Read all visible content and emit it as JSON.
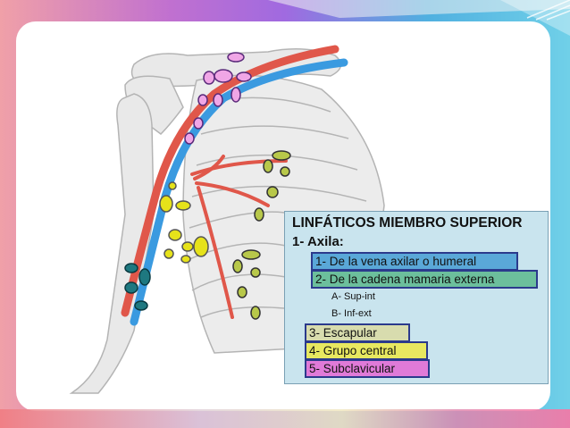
{
  "legend": {
    "title": "LINFÁTICOS MIEMBRO SUPERIOR",
    "subtitle": "1- Axila:",
    "items": [
      {
        "label": "1- De la vena axilar o humeral",
        "color": "#5aa8d8"
      },
      {
        "label": "2- De la cadena mamaria externa",
        "color": "#6cbf9c"
      },
      {
        "label": "A- Sup-int",
        "color": ""
      },
      {
        "label": "B- Inf-ext",
        "color": ""
      },
      {
        "label": "3- Escapular",
        "color": "#d8dcae"
      },
      {
        "label": "4- Grupo central",
        "color": "#e8e860"
      },
      {
        "label": "5- Subclavicular",
        "color": "#e07ad8"
      }
    ]
  },
  "colors": {
    "artery": "#e0574a",
    "vein": "#3a9ae0",
    "node_pink": "#f0a6e6",
    "node_yellow": "#e6e21a",
    "node_olive": "#b8c84a",
    "node_teal": "#1e7880",
    "bone": "#e8e8e8"
  }
}
